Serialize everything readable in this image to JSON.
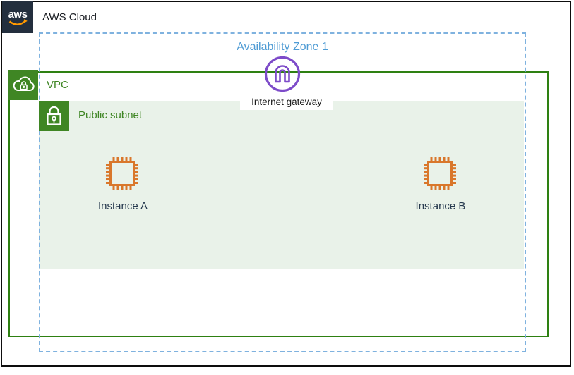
{
  "nodes": {
    "aws_cloud": {
      "label": "AWS Cloud",
      "logo_text": "aws",
      "icon": "aws-logo-icon"
    },
    "availability_zone": {
      "label": "Availability Zone 1"
    },
    "vpc": {
      "label": "VPC",
      "icon": "cloud-lock-icon"
    },
    "public_subnet": {
      "label": "Public subnet",
      "icon": "lock-icon"
    },
    "internet_gateway": {
      "label": "Internet gateway",
      "icon": "internet-gateway-icon"
    },
    "instances": [
      {
        "label": "Instance A",
        "icon": "ec2-instance-chip-icon"
      },
      {
        "label": "Instance B",
        "icon": "ec2-instance-chip-icon"
      }
    ]
  },
  "colors": {
    "aws_navy": "#232f3e",
    "aws_smile_orange": "#ff9900",
    "green_border": "#2e8012",
    "green_icon": "#3f8624",
    "subnet_fill": "#e9f2e9",
    "az_dash_blue": "#7fb2df",
    "az_text_blue": "#4e9bd4",
    "igw_purple": "#7d4bc9",
    "instance_orange": "#d9772b",
    "outer_border": "#0d0d0d"
  }
}
